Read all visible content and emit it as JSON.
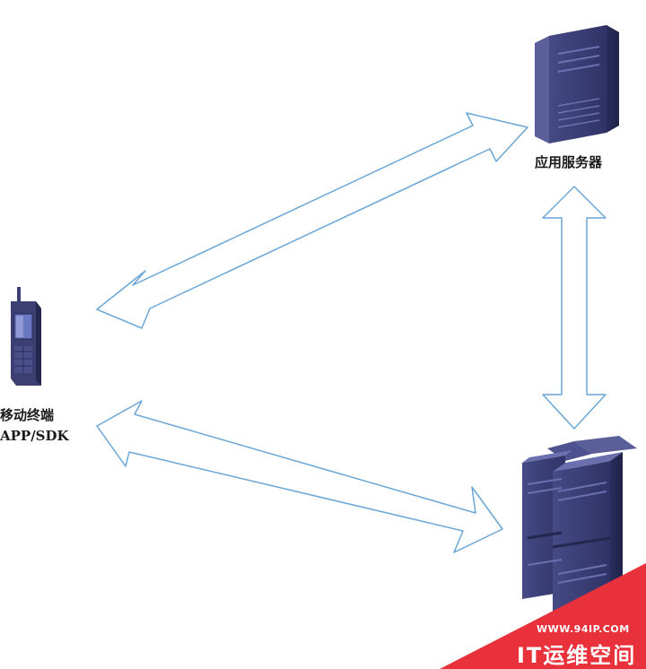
{
  "nodes": {
    "app_server": {
      "label": "应用服务器"
    },
    "mobile": {
      "label_line1": "移动终端",
      "label_line2": "APP/SDK"
    },
    "server_cluster": {
      "label": ""
    }
  },
  "connections": [
    {
      "from": "mobile",
      "to": "app_server",
      "style": "double-arrow"
    },
    {
      "from": "app_server",
      "to": "server_cluster",
      "style": "double-arrow"
    },
    {
      "from": "mobile",
      "to": "server_cluster",
      "style": "double-arrow"
    }
  ],
  "watermark": {
    "url": "WWW.94IP.COM",
    "text": "IT运维空间"
  },
  "colors": {
    "arrow_stroke": "#6aa6d6",
    "server_body": "#3b3f72",
    "server_dark": "#24274d",
    "server_light": "#5a5f9a",
    "watermark": "#e8313a"
  }
}
